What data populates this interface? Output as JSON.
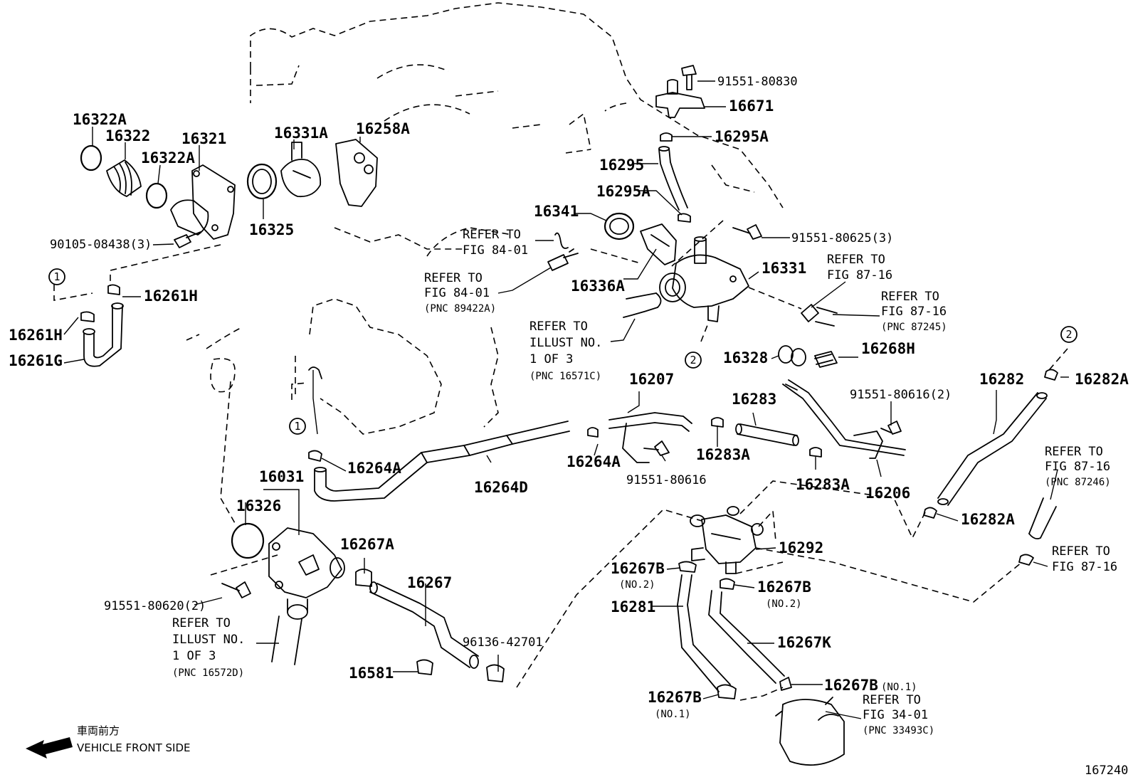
{
  "callouts": {
    "c16322A_a": "16322A",
    "c16322": "16322",
    "c16322A_b": "16322A",
    "c16321": "16321",
    "c16331A": "16331A",
    "c16258A": "16258A",
    "c16325": "16325",
    "c90105": "90105-08438(3)",
    "c16261H_a": "16261H",
    "c16261H_b": "16261H",
    "c16261G": "16261G",
    "c91551_80830": "91551-80830",
    "c16671": "16671",
    "c16295A_a": "16295A",
    "c16295": "16295",
    "c16295A_b": "16295A",
    "c16341": "16341",
    "c91551_80625": "91551-80625(3)",
    "c16331": "16331",
    "c16336A": "16336A",
    "c16328": "16328",
    "c16268H": "16268H",
    "c16207": "16207",
    "c16283": "16283",
    "c91551_80616_2": "91551-80616(2)",
    "c16282": "16282",
    "c16282A_a": "16282A",
    "c16264A_a": "16264A",
    "c16264A_b": "16264A",
    "c16264D": "16264D",
    "c91551_80616": "91551-80616",
    "c16283A_a": "16283A",
    "c16283A_b": "16283A",
    "c16206": "16206",
    "c16282A_b": "16282A",
    "c16031": "16031",
    "c16326": "16326",
    "c16267A": "16267A",
    "c16267": "16267",
    "c91551_80620": "91551-80620(2)",
    "c96136": "96136-42701",
    "c16581": "16581",
    "c16292": "16292",
    "c16267B_a": "16267B",
    "c16267B_b": "16267B",
    "c16281": "16281",
    "c16267K": "16267K",
    "c16267B_c": "16267B",
    "c16267B_d": "16267B"
  },
  "sub_labels": {
    "no2_a": "(NO.2)",
    "no2_b": "(NO.2)",
    "no1_a": "(NO.1)",
    "no1_b": "(NO.1)"
  },
  "refs": {
    "r1": [
      "REFER TO",
      "FIG 84-01"
    ],
    "r2": [
      "REFER TO",
      "FIG 84-01",
      "(PNC 89422A)"
    ],
    "r3": [
      "REFER TO",
      "ILLUST NO.",
      "1 OF 3",
      "(PNC 16571C)"
    ],
    "r4": [
      "REFER TO",
      "FIG 87-16"
    ],
    "r5": [
      "REFER TO",
      "FIG 87-16",
      "(PNC 87245)"
    ],
    "r6": [
      "REFER TO",
      "FIG 87-16",
      "(PNC 87246)"
    ],
    "r7": [
      "REFER TO",
      "FIG 87-16"
    ],
    "r8": [
      "REFER TO",
      "ILLUST NO.",
      "1 OF 3",
      "(PNC 16572D)"
    ],
    "r9": [
      "REFER TO",
      "FIG 34-01",
      "(PNC 33493C)"
    ]
  },
  "connectors": {
    "one": "1",
    "two": "2"
  },
  "direction": {
    "japanese": "車両前方",
    "english": "VEHICLE FRONT SIDE"
  },
  "figure_number": "167240"
}
